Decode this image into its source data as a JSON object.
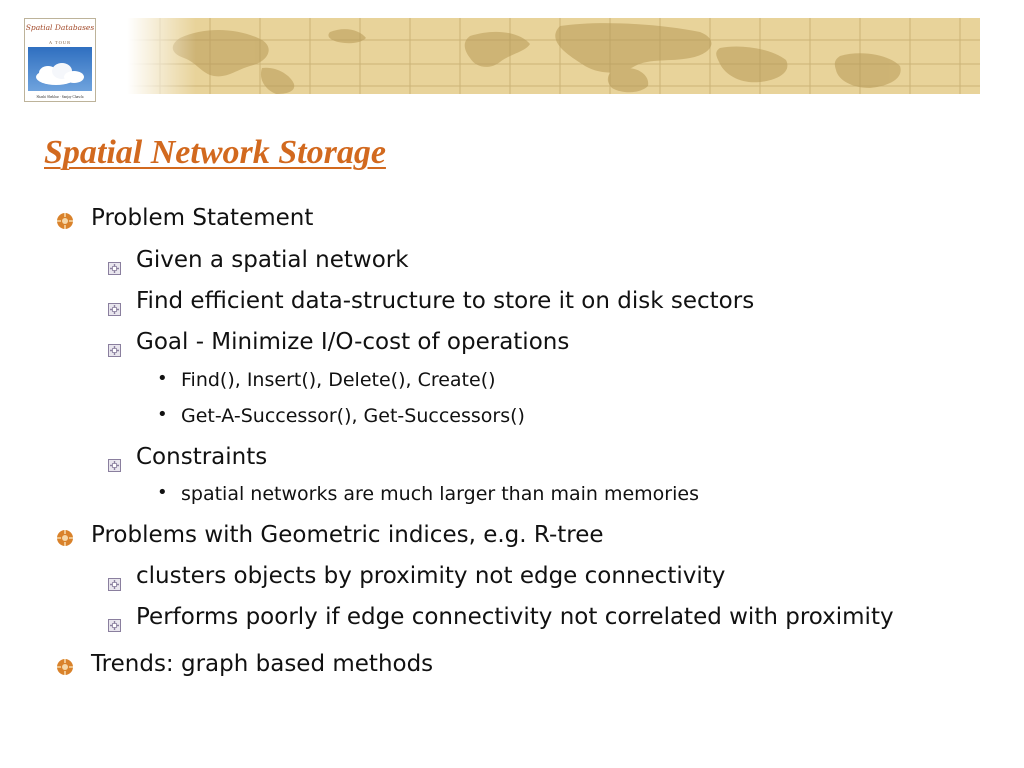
{
  "cover": {
    "title": "Spatial Databases",
    "subtitle": "A TOUR",
    "authors": "Shashi Shekhar · Sanjay Chawla"
  },
  "slide": {
    "title": "Spatial Network Storage",
    "items": [
      {
        "level": 1,
        "text": "Problem Statement"
      },
      {
        "level": 2,
        "text": "Given a spatial network"
      },
      {
        "level": 2,
        "text": "Find efficient data-structure to store it on disk sectors"
      },
      {
        "level": 2,
        "text": "Goal - Minimize I/O-cost of operations"
      },
      {
        "level": 3,
        "text": "Find(), Insert(), Delete(), Create()"
      },
      {
        "level": 3,
        "text": "Get-A-Successor(), Get-Successors()"
      },
      {
        "level": 2,
        "text": "Constraints"
      },
      {
        "level": 3,
        "text": "spatial networks are much larger than main memories"
      },
      {
        "level": 1,
        "text": "Problems with Geometric indices, e.g. R-tree"
      },
      {
        "level": 2,
        "text": "clusters objects by proximity not edge connectivity"
      },
      {
        "level": 2,
        "text": "Performs poorly if edge connectivity not correlated with proximity"
      },
      {
        "level": 1,
        "text": "Trends: graph based methods"
      }
    ]
  },
  "colors": {
    "title": "#d2691e",
    "banner_bg": "#e8d39a",
    "banner_land": "#c9ae6e",
    "bullet_l1": "#d9822b",
    "bullet_l2": "#8a7f9e"
  }
}
